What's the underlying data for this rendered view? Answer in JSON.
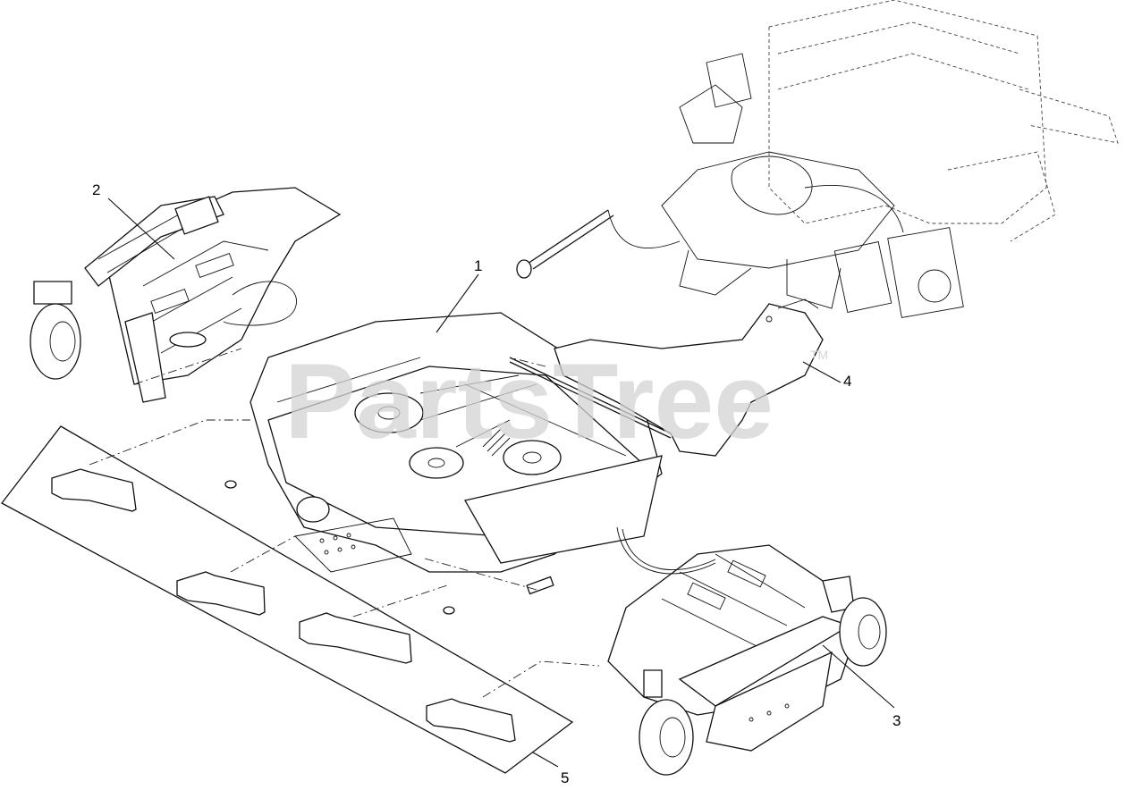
{
  "watermark": {
    "text": "PartsTree",
    "tm": "TM"
  },
  "callouts": [
    {
      "id": "1",
      "label": "1"
    },
    {
      "id": "2",
      "label": "2"
    },
    {
      "id": "3",
      "label": "3"
    },
    {
      "id": "4",
      "label": "4"
    },
    {
      "id": "5",
      "label": "5"
    }
  ],
  "colors": {
    "line": "#111111",
    "background": "#ffffff",
    "watermark": "#d4d4d4"
  }
}
